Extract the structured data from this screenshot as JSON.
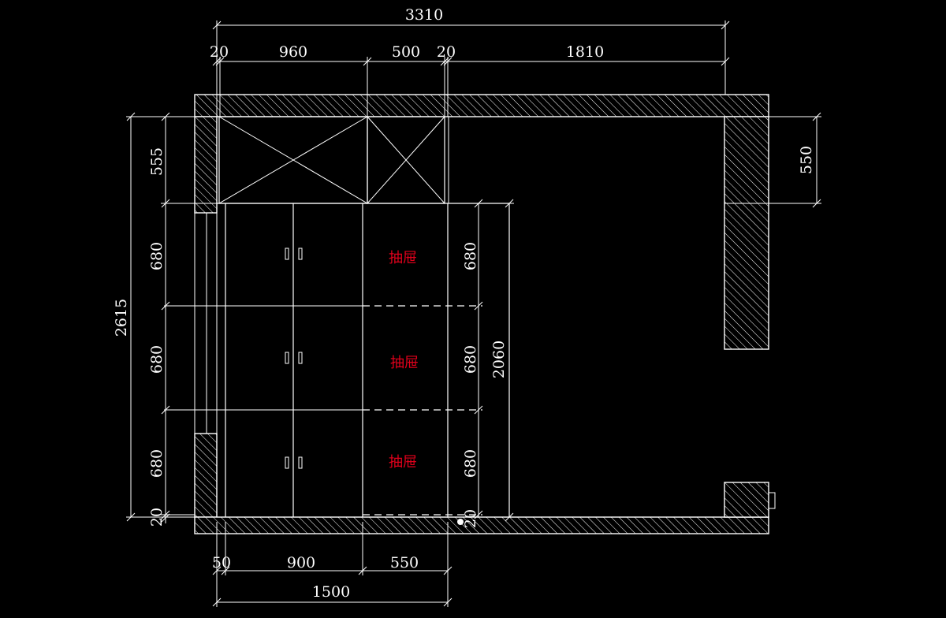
{
  "dimensions": {
    "overall_width": "3310",
    "top_20_left": "20",
    "top_960": "960",
    "top_500": "500",
    "top_20_right": "20",
    "top_1810": "1810",
    "left_2615": "2615",
    "left_555": "555",
    "left_680_a": "680",
    "left_680_b": "680",
    "left_680_c": "680",
    "left_20": "20",
    "right_550": "550",
    "inner_680_a": "680",
    "inner_680_b": "680",
    "inner_680_c": "680",
    "inner_20": "20",
    "inner_2060": "2060",
    "bottom_50": "50",
    "bottom_900": "900",
    "bottom_550": "550",
    "bottom_1500": "1500"
  },
  "labels": {
    "drawer_1": "抽屉",
    "drawer_2": "抽屉",
    "drawer_3": "抽屉"
  },
  "colors": {
    "background": "#000000",
    "lines": "#ffffff",
    "annotation": "#e0001b"
  }
}
